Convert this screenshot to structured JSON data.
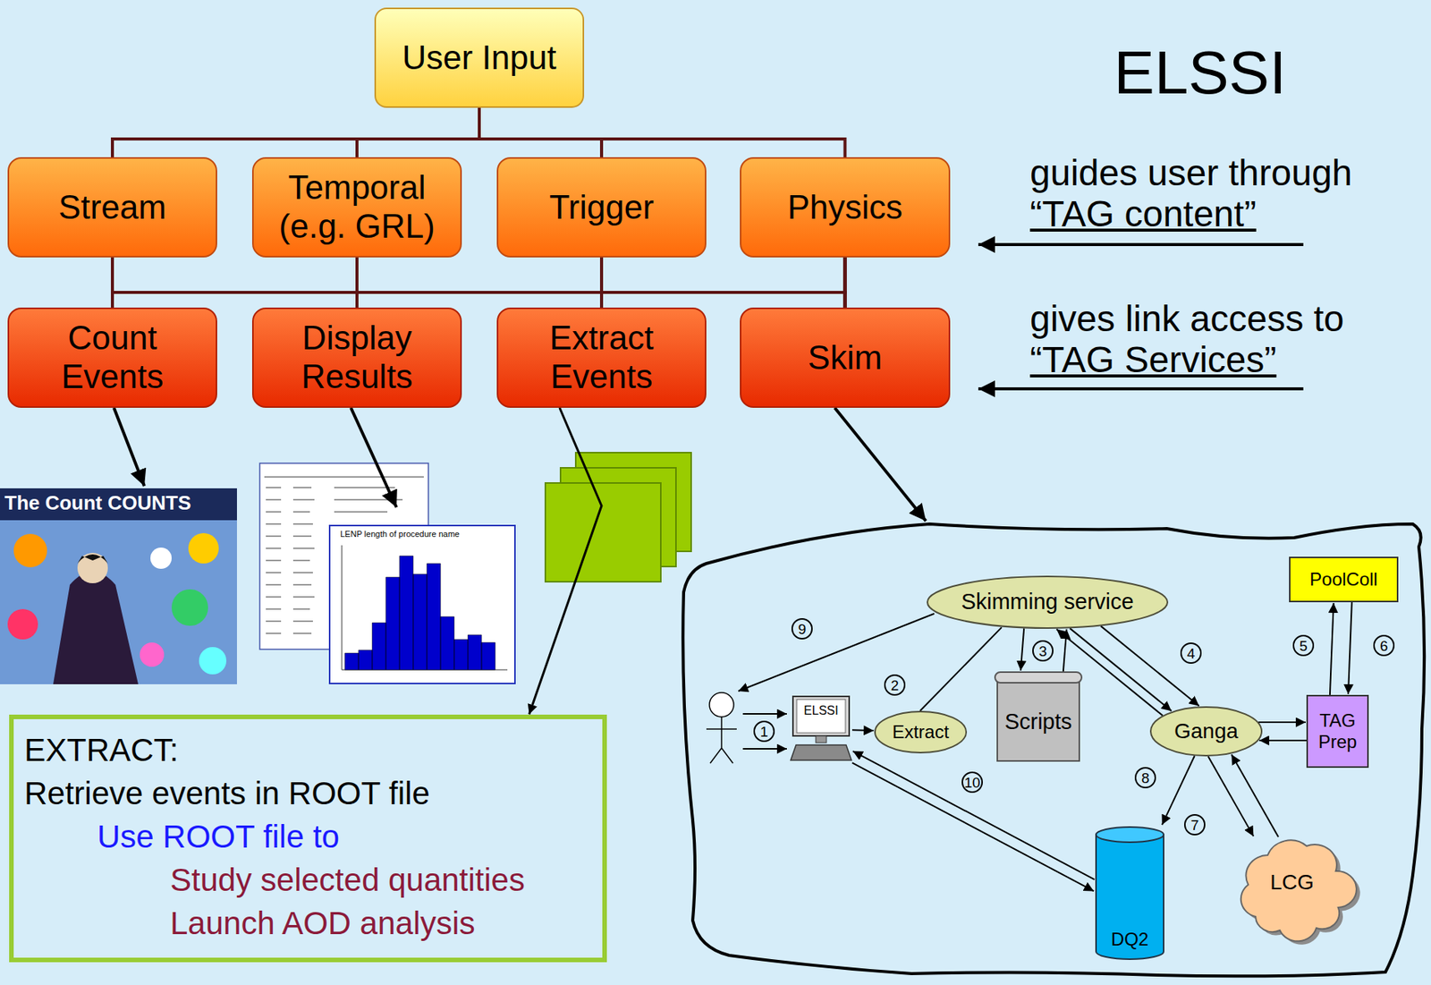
{
  "diagram": {
    "title": "ELSSI",
    "nodes": [
      {
        "text": [
          "User Input"
        ]
      },
      {
        "text": [
          "Stream"
        ]
      },
      {
        "text": [
          "Temporal (e.g. GRL)"
        ]
      },
      {
        "text": [
          "Trigger"
        ]
      },
      {
        "text": [
          "Physics"
        ]
      },
      {
        "text": [
          "Count Events"
        ]
      },
      {
        "text": [
          "Display Results"
        ]
      },
      {
        "text": [
          "Extract Events"
        ]
      },
      {
        "text": [
          "Skim"
        ]
      },
      {
        "text": [
          "EXTRACT:",
          "Retrieve events in ROOT file",
          "Use ROOT file to",
          "Study selected quantities",
          "Launch AOD analysis"
        ]
      },
      {
        "text": [
          "ELSSI"
        ]
      },
      {
        "text": [
          "Extract"
        ]
      },
      {
        "text": [
          "Skimming service"
        ]
      },
      {
        "text": [
          "Scripts"
        ]
      },
      {
        "text": [
          "Ganga"
        ]
      },
      {
        "text": [
          "PoolColl"
        ]
      },
      {
        "text": [
          "TAG Prep"
        ]
      },
      {
        "text": [
          "DQ2"
        ]
      },
      {
        "text": [
          "LCG"
        ]
      }
    ],
    "edges": [
      {
        "from": 0,
        "to": 1,
        "arrow": "none"
      },
      {
        "from": 0,
        "to": 2,
        "arrow": "none"
      },
      {
        "from": 0,
        "to": 3,
        "arrow": "none"
      },
      {
        "from": 0,
        "to": 4,
        "arrow": "none"
      },
      {
        "from": 1,
        "to": 5,
        "arrow": "none"
      },
      {
        "from": 1,
        "to": 6,
        "arrow": "none"
      },
      {
        "from": 1,
        "to": 7,
        "arrow": "none"
      },
      {
        "from": 1,
        "to": 8,
        "arrow": "none"
      },
      {
        "from": 2,
        "to": 5,
        "arrow": "none"
      },
      {
        "from": 2,
        "to": 6,
        "arrow": "none"
      },
      {
        "from": 2,
        "to": 7,
        "arrow": "none"
      },
      {
        "from": 2,
        "to": 8,
        "arrow": "none"
      },
      {
        "from": 3,
        "to": 5,
        "arrow": "none"
      },
      {
        "from": 3,
        "to": 6,
        "arrow": "none"
      },
      {
        "from": 3,
        "to": 7,
        "arrow": "none"
      },
      {
        "from": 3,
        "to": 8,
        "arrow": "none"
      },
      {
        "from": 4,
        "to": 5,
        "arrow": "none"
      },
      {
        "from": 4,
        "to": 6,
        "arrow": "none"
      },
      {
        "from": 4,
        "to": 7,
        "arrow": "none"
      },
      {
        "from": 4,
        "to": 8,
        "arrow": "none"
      },
      {
        "from": 7,
        "to": 9,
        "arrow": "to"
      },
      {
        "from": 10,
        "to": 11,
        "arrow": "to"
      },
      {
        "from": 11,
        "to": 12,
        "arrow": "none"
      },
      {
        "from": 12,
        "to": 13,
        "arrow": "to"
      },
      {
        "from": 13,
        "to": 12,
        "arrow": "to"
      },
      {
        "from": 12,
        "to": 14,
        "arrow": "to"
      },
      {
        "from": 12,
        "to": 14,
        "arrow": "to"
      },
      {
        "from": 14,
        "to": 12,
        "arrow": "to"
      },
      {
        "from": 14,
        "to": 16,
        "arrow": "to"
      },
      {
        "from": 16,
        "to": 14,
        "arrow": "to"
      },
      {
        "from": 16,
        "to": 15,
        "arrow": "to"
      },
      {
        "from": 15,
        "to": 16,
        "arrow": "to"
      },
      {
        "from": 14,
        "to": 18,
        "arrow": "to"
      },
      {
        "from": 18,
        "to": 14,
        "arrow": "to"
      },
      {
        "from": 14,
        "to": 17,
        "arrow": "to"
      },
      {
        "from": 17,
        "to": 10,
        "arrow": "to"
      },
      {
        "from": 10,
        "to": 17,
        "arrow": "to"
      }
    ],
    "labels": [
      "guides user through",
      "“TAG content”",
      "gives link access to",
      "“TAG Services”",
      "The Count COUNTS",
      "LENP length of procedure name",
      "1",
      "2",
      "3",
      "4",
      "5",
      "6",
      "7",
      "8",
      "9",
      "10"
    ]
  }
}
